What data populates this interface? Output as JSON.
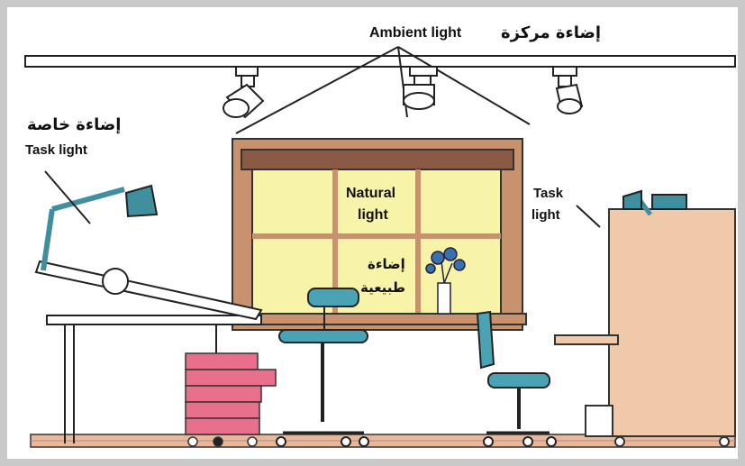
{
  "labels": {
    "ambient_en": "Ambient light",
    "ambient_ar": "إضاءة مركزة",
    "task_left_ar": "إضاءة خاصة",
    "task_left_en": "Task light",
    "natural_en_line1": "Natural",
    "natural_en_line2": "light",
    "natural_ar_line1": "إضاءة",
    "natural_ar_line2": "طبيعية",
    "task_right_en_line1": "Task",
    "task_right_en_line2": "light"
  },
  "colors": {
    "window_glass": "#f7f3a8",
    "window_frame": "#c8926e",
    "cabinet": "#f0c9a8",
    "drawers": "#e8708c",
    "chair": "#4aa3b5",
    "floor": "#e8b898",
    "lamp": "#3f8f9f",
    "border": "#c9c9c9"
  }
}
